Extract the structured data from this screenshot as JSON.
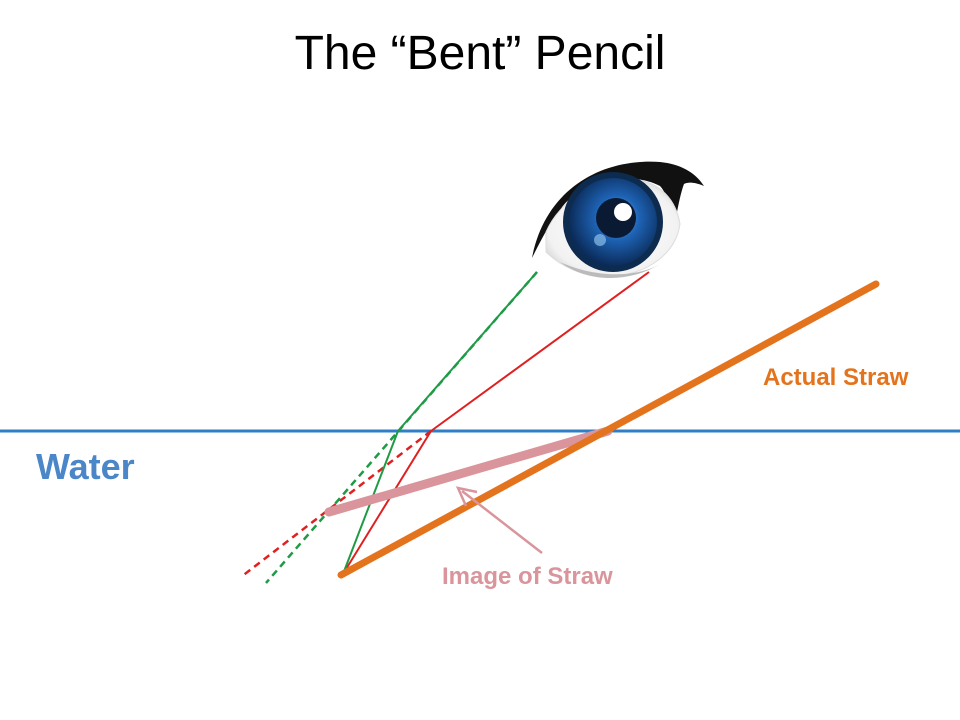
{
  "title": "The “Bent” Pencil",
  "labels": {
    "water": "Water",
    "actual_straw": "Actual Straw",
    "image_of_straw": "Image of Straw"
  },
  "colors": {
    "water_line": "#2f7ec7",
    "water_label": "#4a86c8",
    "actual_straw": "#e3731c",
    "image_of_straw": "#d9959b",
    "ray_green": "#1f9a46",
    "ray_red": "#e02020",
    "iris": "#1e63b5"
  },
  "icons": {
    "eye": "eye-icon"
  }
}
